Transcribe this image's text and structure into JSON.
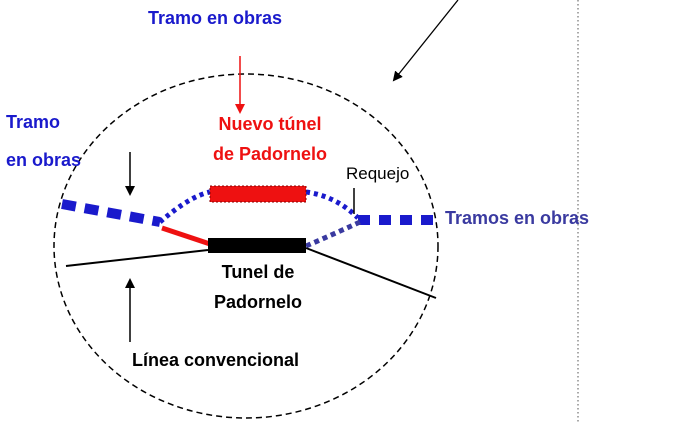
{
  "labels": {
    "tramo_en_obras_top": "Tramo en obras",
    "tramo_left_line1": "Tramo",
    "tramo_left_line2": "en obras",
    "nuevo_tunel_line1": "Nuevo túnel",
    "nuevo_tunel_line2": "de Padornelo",
    "requejo": "Requejo",
    "tramos_en_obras": "Tramos en obras",
    "tunel_line1": "Tunel de",
    "tunel_line2": "Padornelo",
    "linea_convencional": "Línea convencional"
  },
  "colors": {
    "works_blue": "#1a1acc",
    "new_tunnel_red": "#ee1111",
    "existing_black": "#000000",
    "curve_blue": "#3a3aa0"
  }
}
